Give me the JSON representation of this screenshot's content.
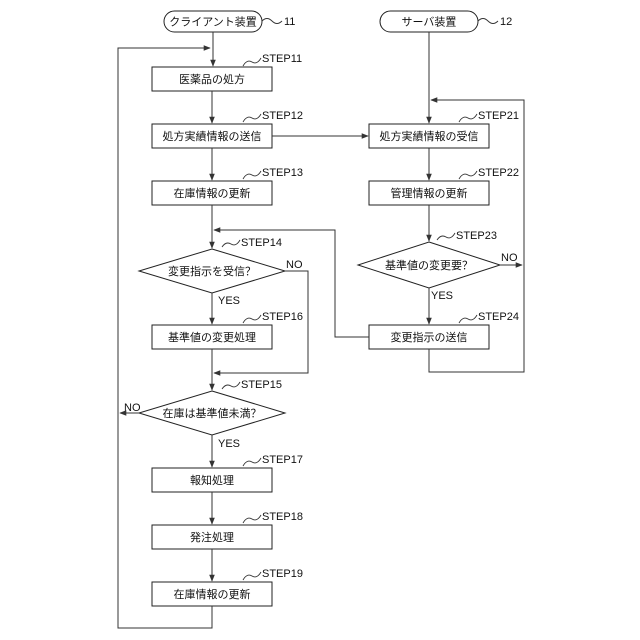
{
  "client": {
    "title": "クライアント装置",
    "ref": "11",
    "nodes": {
      "s11": {
        "step": "STEP11",
        "text": "医薬品の処方"
      },
      "s12": {
        "step": "STEP12",
        "text": "処方実績情報の送信"
      },
      "s13": {
        "step": "STEP13",
        "text": "在庫情報の更新"
      },
      "s14": {
        "step": "STEP14",
        "text": "変更指示を受信？",
        "yes": "YES",
        "no": "NO"
      },
      "s16": {
        "step": "STEP16",
        "text": "基準値の変更処理"
      },
      "s15": {
        "step": "STEP15",
        "text": "在庫は基準値未満？",
        "yes": "YES",
        "no": "NO"
      },
      "s17": {
        "step": "STEP17",
        "text": "報知処理"
      },
      "s18": {
        "step": "STEP18",
        "text": "発注処理"
      },
      "s19": {
        "step": "STEP19",
        "text": "在庫情報の更新"
      }
    }
  },
  "server": {
    "title": "サーバ装置",
    "ref": "12",
    "nodes": {
      "s21": {
        "step": "STEP21",
        "text": "処方実績情報の受信"
      },
      "s22": {
        "step": "STEP22",
        "text": "管理情報の更新"
      },
      "s23": {
        "step": "STEP23",
        "text": "基準値の変更要？",
        "yes": "YES",
        "no": "NO"
      },
      "s24": {
        "step": "STEP24",
        "text": "変更指示の送信"
      }
    }
  }
}
